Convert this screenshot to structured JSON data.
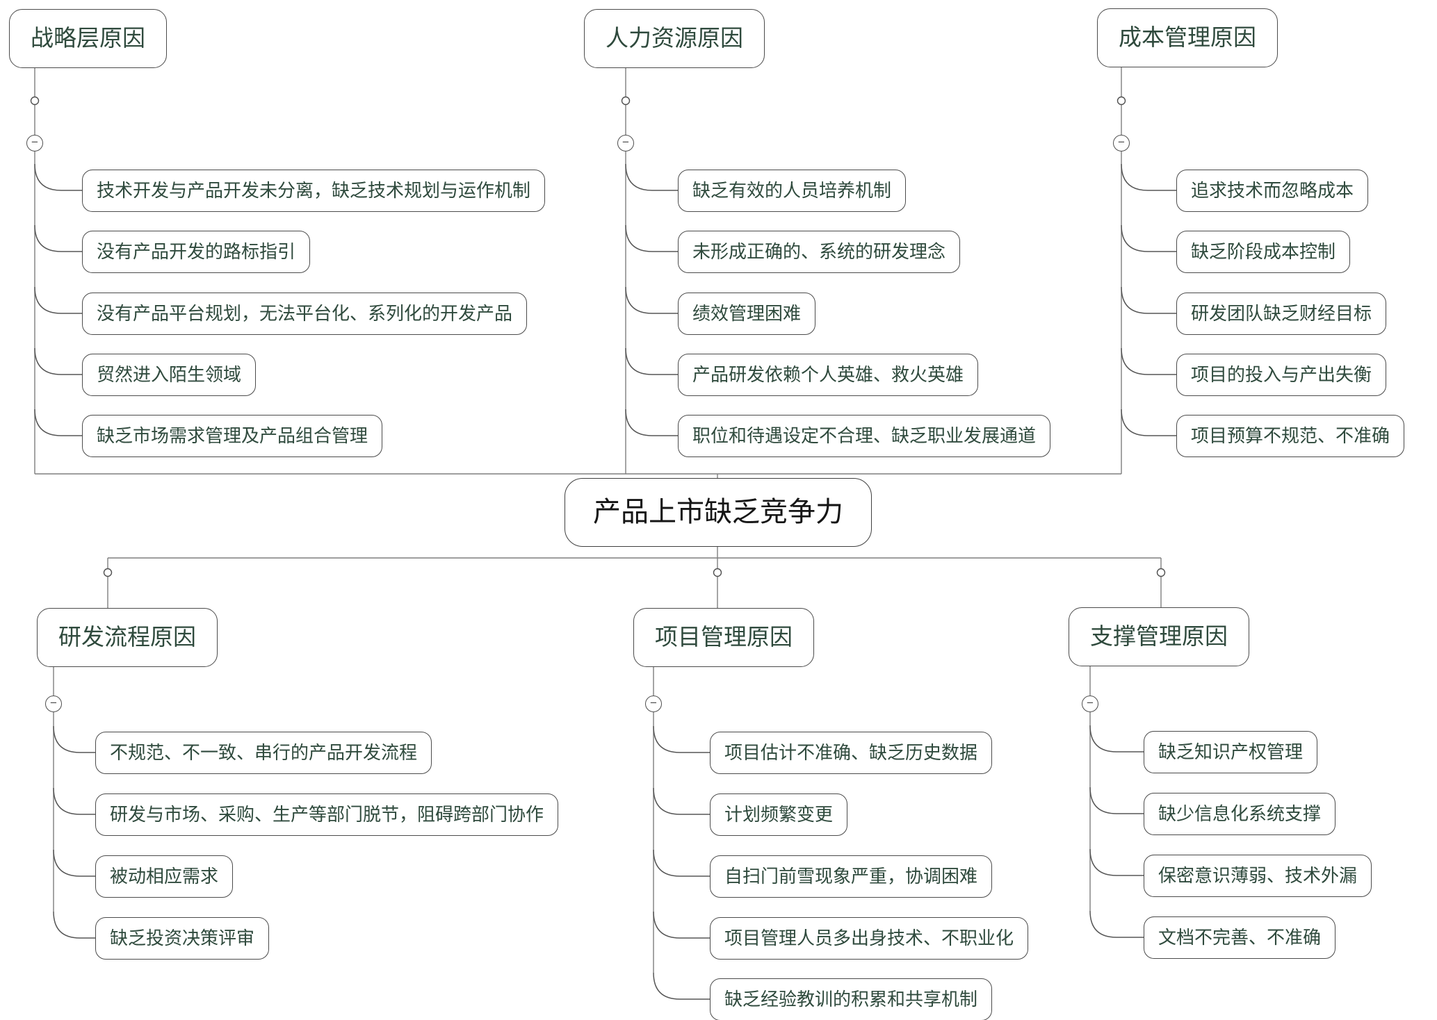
{
  "root": {
    "text": "产品上市缺乏竞争力"
  },
  "ui": {
    "collapse_glyph": "−"
  },
  "colors": {
    "background": "#ffffff",
    "node_text": "#2f4a3d",
    "center_text": "#151515",
    "node_border": "#4b4b4b",
    "connector": "#6e6e6e"
  },
  "branches": {
    "strategy": {
      "title": "战略层原因",
      "children": [
        "技术开发与产品开发未分离，缺乏技术规划与运作机制",
        "没有产品开发的路标指引",
        "没有产品平台规划，无法平台化、系列化的开发产品",
        "贸然进入陌生领域",
        "缺乏市场需求管理及产品组合管理"
      ]
    },
    "hr": {
      "title": "人力资源原因",
      "children": [
        "缺乏有效的人员培养机制",
        "未形成正确的、系统的研发理念",
        "绩效管理困难",
        "产品研发依赖个人英雄、救火英雄",
        "职位和待遇设定不合理、缺乏职业发展通道"
      ]
    },
    "cost": {
      "title": "成本管理原因",
      "children": [
        "追求技术而忽略成本",
        "缺乏阶段成本控制",
        "研发团队缺乏财经目标",
        "项目的投入与产出失衡",
        "项目预算不规范、不准确"
      ]
    },
    "process": {
      "title": "研发流程原因",
      "children": [
        "不规范、不一致、串行的产品开发流程",
        "研发与市场、采购、生产等部门脱节，阻碍跨部门协作",
        "被动相应需求",
        "缺乏投资决策评审"
      ]
    },
    "project": {
      "title": "项目管理原因",
      "children": [
        "项目估计不准确、缺乏历史数据",
        "计划频繁变更",
        "自扫门前雪现象严重，协调困难",
        "项目管理人员多出身技术、不职业化",
        "缺乏经验教训的积累和共享机制"
      ]
    },
    "support": {
      "title": "支撑管理原因",
      "children": [
        "缺乏知识产权管理",
        "缺少信息化系统支撑",
        "保密意识薄弱、技术外漏",
        "文档不完善、不准确"
      ]
    }
  }
}
